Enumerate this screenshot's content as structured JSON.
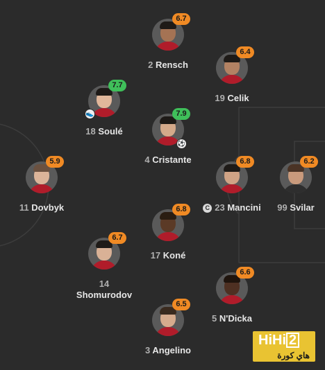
{
  "colors": {
    "background": "#2b2b2b",
    "pitch_lines": "#3d3d3d",
    "rating_orange": "#f08a24",
    "rating_green": "#3fbf5a",
    "name_text": "#e6e6e6",
    "logo_bg": "#e9c332"
  },
  "players": [
    {
      "key": "rensch",
      "number": "2",
      "name": "Rensch",
      "rating": "6.7",
      "rating_color": "orange"
    },
    {
      "key": "celik",
      "number": "19",
      "name": "Celik",
      "rating": "6.4",
      "rating_color": "orange"
    },
    {
      "key": "soule",
      "number": "18",
      "name": "Soulé",
      "rating": "7.7",
      "rating_color": "green",
      "badge": "boot-icon"
    },
    {
      "key": "cristante",
      "number": "4",
      "name": "Cristante",
      "rating": "7.9",
      "rating_color": "green",
      "badge": "ball-icon"
    },
    {
      "key": "dovbyk",
      "number": "11",
      "name": "Dovbyk",
      "rating": "5.9",
      "rating_color": "orange"
    },
    {
      "key": "mancini",
      "number": "23",
      "name": "Mancini",
      "rating": "6.8",
      "rating_color": "orange",
      "captain": "C"
    },
    {
      "key": "svilar",
      "number": "99",
      "name": "Svilar",
      "rating": "6.2",
      "rating_color": "orange"
    },
    {
      "key": "kone",
      "number": "17",
      "name": "Koné",
      "rating": "6.8",
      "rating_color": "orange"
    },
    {
      "key": "shomurodov",
      "number": "14",
      "name": "Shomurodov",
      "rating": "6.7",
      "rating_color": "orange"
    },
    {
      "key": "ndicka",
      "number": "5",
      "name": "N'Dicka",
      "rating": "6.6",
      "rating_color": "orange"
    },
    {
      "key": "angelino",
      "number": "3",
      "name": "Angelino",
      "rating": "6.5",
      "rating_color": "orange"
    }
  ],
  "watermark": {
    "line1": "HiHi",
    "line1_box": "2",
    "line2": "هاي كورة"
  }
}
